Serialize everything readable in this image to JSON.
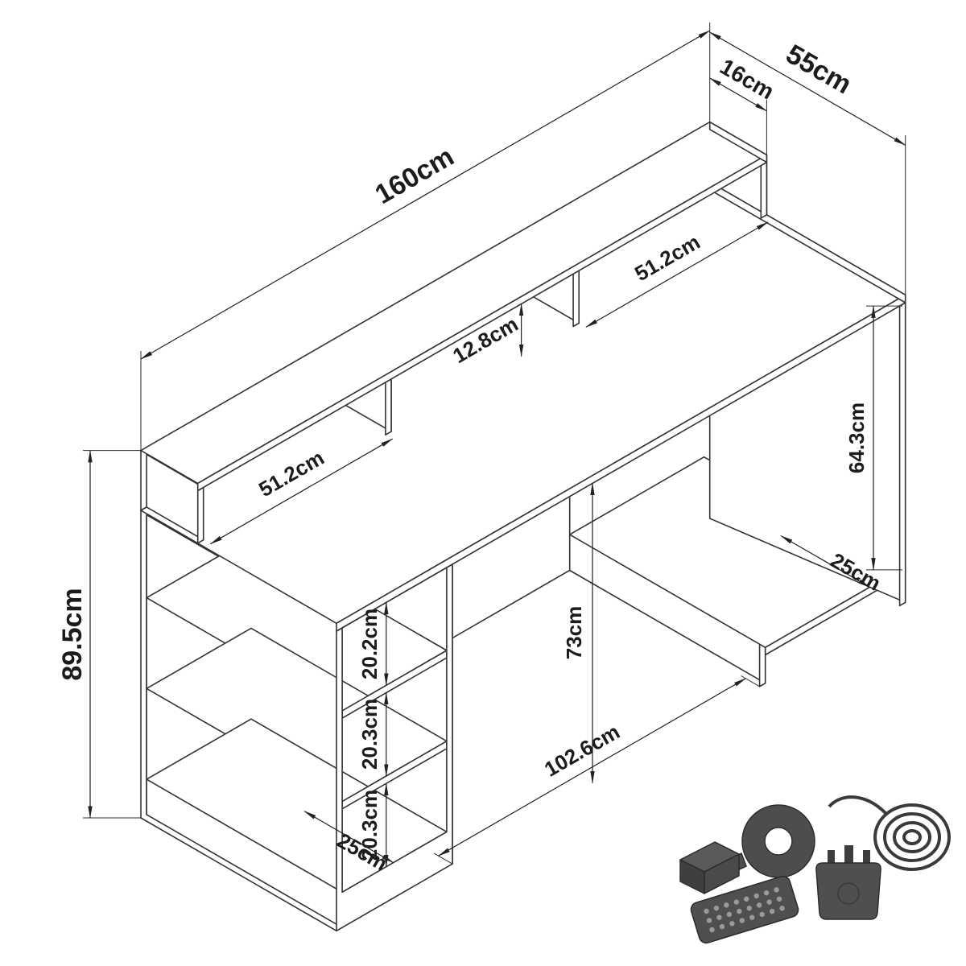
{
  "diagram": {
    "type": "furniture-dimension-drawing",
    "units": "cm",
    "dims": {
      "width": "160cm",
      "depth": "55cm",
      "height": "89.5cm",
      "hutch_depth": "16cm",
      "hutch_opening_height": "12.8cm",
      "hutch_left_opening": "51.2cm",
      "hutch_right_opening": "51.2cm",
      "right_compartment_height": "64.3cm",
      "right_shelf_depth": "25cm",
      "left_shelf_1": "20.2cm",
      "left_shelf_2": "20.3cm",
      "left_shelf_3": "20.3cm",
      "left_shelf_depth": "25cm",
      "clearance_height": "73cm",
      "knee_space_width": "102.6cm"
    },
    "accessories": [
      "led-strip",
      "control-box",
      "remote-control",
      "power-adapter",
      "power-cable"
    ],
    "colors": {
      "line": "#333333",
      "dimension_line": "#222222",
      "accessory_dark": "#4d4d4d",
      "background": "#ffffff"
    }
  }
}
